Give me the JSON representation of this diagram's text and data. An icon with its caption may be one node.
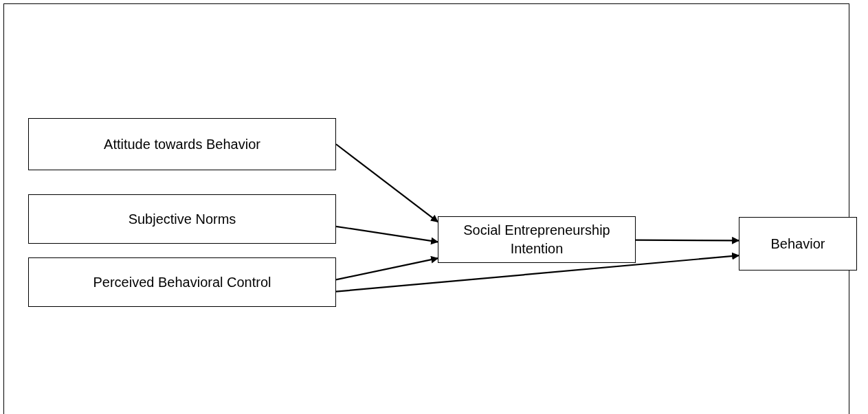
{
  "diagram": {
    "nodes": [
      {
        "text": [
          "Attitude towards Behavior"
        ]
      },
      {
        "text": [
          "Subjective Norms"
        ]
      },
      {
        "text": [
          "Perceived Behavioral Control"
        ]
      },
      {
        "text": [
          "Social Entrepreneurship Intention"
        ]
      },
      {
        "text": [
          "Behavior"
        ]
      }
    ],
    "edges": [
      {
        "from": 0,
        "to": 3,
        "arrow": "to"
      },
      {
        "from": 1,
        "to": 3,
        "arrow": "to"
      },
      {
        "from": 2,
        "to": 3,
        "arrow": "to"
      },
      {
        "from": 3,
        "to": 4,
        "arrow": "to"
      },
      {
        "from": 2,
        "to": 4,
        "arrow": "to"
      }
    ]
  }
}
